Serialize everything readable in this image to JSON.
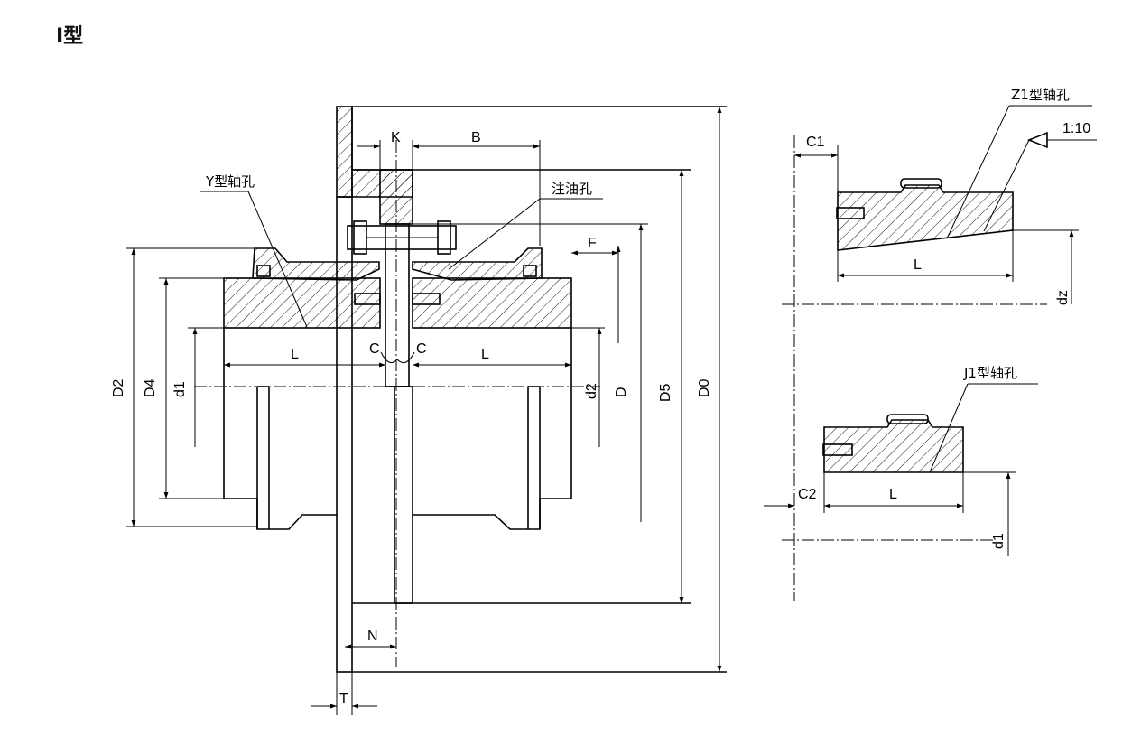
{
  "heading": {
    "text": "Ⅰ型"
  },
  "main_view": {
    "labels": {
      "K": "K",
      "B": "B",
      "F": "F",
      "L_left": "L",
      "L_right": "L",
      "C_left": "C",
      "C_right": "C",
      "D2": "D2",
      "D4": "D4",
      "d1": "d1",
      "d2": "d2",
      "D": "D",
      "D5": "D5",
      "D0": "D0",
      "N": "N",
      "T": "T"
    },
    "callouts": {
      "y_bore": "Y型轴孔",
      "oil_hole": "注油孔"
    }
  },
  "z1_view": {
    "title": "Z1型轴孔",
    "taper": "1:10",
    "labels": {
      "C1": "C1",
      "L": "L",
      "dz": "dz"
    }
  },
  "j1_view": {
    "title": "J1型轴孔",
    "labels": {
      "C2": "C2",
      "L": "L",
      "d1": "d1"
    }
  }
}
